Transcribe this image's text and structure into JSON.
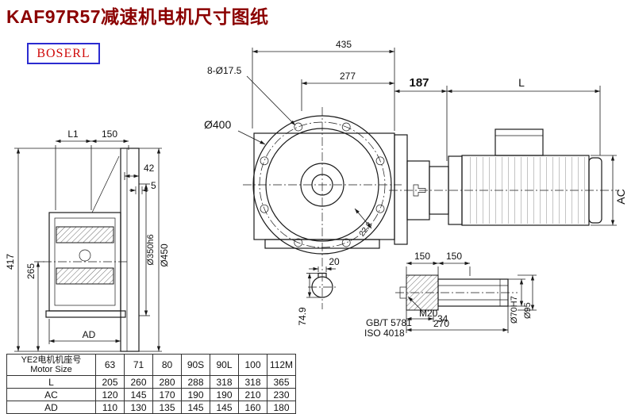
{
  "title": "KAF97R57减速机电机尺寸图纸",
  "logo": "BOSERL",
  "dims": {
    "d435": "435",
    "holes": "8-Ø17.5",
    "d277": "277",
    "d187": "187",
    "L": "L",
    "AC": "AC",
    "d400": "Ø400",
    "L1": "L1",
    "d150top": "150",
    "d42": "42",
    "d5": "5",
    "d417": "417",
    "d265": "265",
    "AD": "AD",
    "d350": "Ø350h6",
    "d450": "Ø450",
    "d223": "22.3",
    "d20": "20",
    "d749": "74.9",
    "d150a": "150",
    "d150b": "150",
    "m20": "M20",
    "gbt": "GB/T 5781",
    "iso": "ISO 4018",
    "d34": "34",
    "d270": "270",
    "d70": "Ø70H7",
    "d95": "Ø95"
  },
  "table": {
    "header_line1": "YE2电机机座号",
    "header_line2": "Motor Size",
    "sizes": [
      "63",
      "71",
      "80",
      "90S",
      "90L",
      "100",
      "112M"
    ],
    "rows": [
      {
        "label": "L",
        "values": [
          "205",
          "260",
          "280",
          "288",
          "318",
          "318",
          "365"
        ]
      },
      {
        "label": "AC",
        "values": [
          "120",
          "145",
          "170",
          "190",
          "190",
          "210",
          "230"
        ]
      },
      {
        "label": "AD",
        "values": [
          "110",
          "130",
          "135",
          "145",
          "145",
          "160",
          "180"
        ]
      }
    ]
  }
}
